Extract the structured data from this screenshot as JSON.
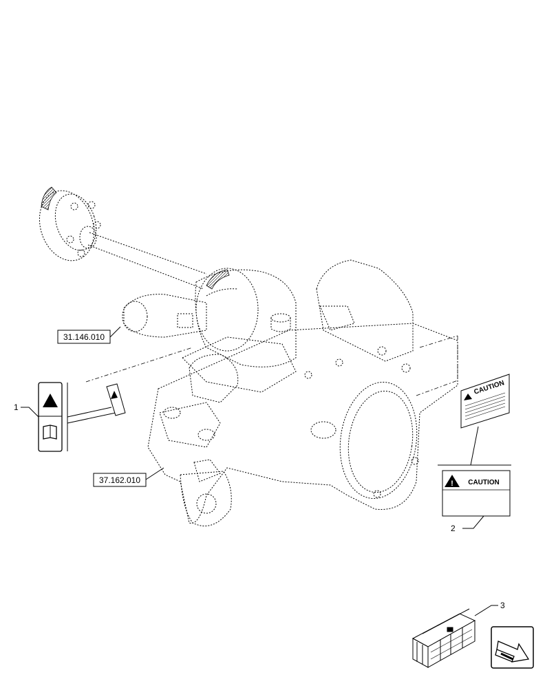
{
  "references": {
    "upper": "31.146.010",
    "lower": "37.162.010"
  },
  "callouts": {
    "item1": "1",
    "item2": "2",
    "item3": "3"
  },
  "caution_decal": {
    "title": "CAUTION",
    "small_title": "CAUTION"
  },
  "icons": [
    "warning-triangle-icon",
    "manual-book-icon",
    "kit-crate-icon",
    "next-page-arrow-icon"
  ]
}
